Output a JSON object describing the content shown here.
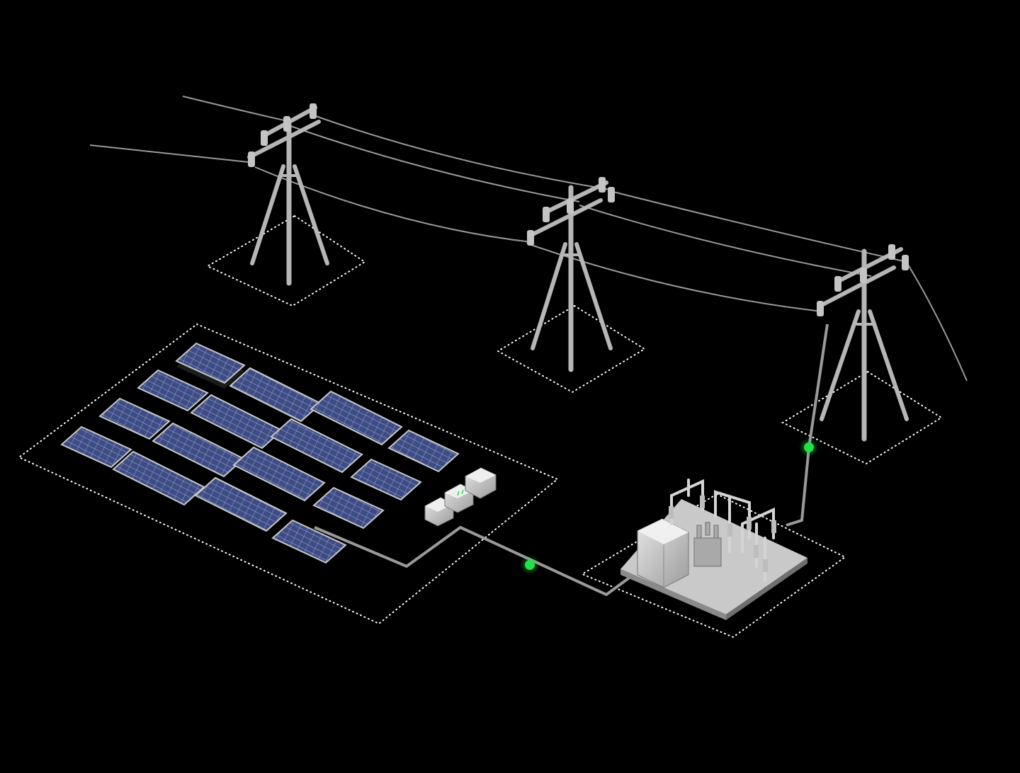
{
  "scene": {
    "background": "#000000",
    "footprint_style": "dotted-white",
    "components": [
      {
        "id": "solar-farm",
        "kind": "solar-panel-array",
        "rows": 4,
        "inverters": 3
      },
      {
        "id": "substation",
        "kind": "electrical-substation"
      },
      {
        "id": "pylon-1",
        "kind": "transmission-pylon"
      },
      {
        "id": "pylon-2",
        "kind": "transmission-pylon"
      },
      {
        "id": "pylon-3",
        "kind": "transmission-pylon"
      }
    ],
    "connections": [
      {
        "from": "solar-farm",
        "to": "substation",
        "status": "active"
      },
      {
        "from": "substation",
        "to": "pylon-3",
        "status": "active"
      }
    ]
  },
  "colors": {
    "background": "#000000",
    "panel": "#3b4a80",
    "panel_grid": "#9aa6cc",
    "structure": "#b8b8b8",
    "cable": "#9a9a9a",
    "status_active": "#22e04a",
    "footprint": "#ffffff"
  }
}
